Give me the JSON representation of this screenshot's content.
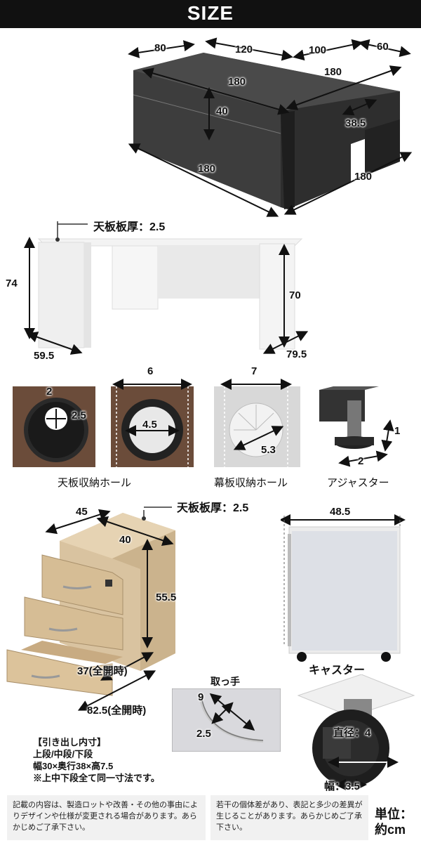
{
  "title": "SIZE",
  "l_desk": {
    "dims_top": [
      "80",
      "120",
      "100",
      "60"
    ],
    "dims_inner": [
      "180",
      "180"
    ],
    "height": "40",
    "depth_gap": "38.5",
    "outer_left": "180",
    "outer_right": "180"
  },
  "side_view": {
    "top_thickness": "天板板厚：2.5",
    "height_total": "74",
    "height_inner": "70",
    "depth_left": "59.5",
    "depth_right": "79.5"
  },
  "holes": {
    "top_hole_dims": [
      "2",
      "2.5"
    ],
    "top_hole_outer": "6",
    "top_hole_inner": "4.5",
    "top_caption": "天板収納ホール",
    "modesty_outer": "7",
    "modesty_inner": "5.3",
    "modesty_caption": "幕板収納ホール",
    "adjuster_height": "1",
    "adjuster_width": "2",
    "adjuster_caption": "アジャスター"
  },
  "cabinet": {
    "top_thickness": "天板板厚：2.5",
    "width": "45",
    "depth": "40",
    "height": "55.5",
    "drawer_open": "37(全開時)",
    "total_open": "82.5(全開時)",
    "side_width": "48.5",
    "caster_label": "キャスター",
    "caster_diameter": "直径：4",
    "caster_width": "幅：3.5",
    "handle_label": "取っ手",
    "handle_dims": [
      "9",
      "2.5"
    ]
  },
  "drawer_spec": {
    "heading": "【引き出し内寸】",
    "line1": "上段/中段/下段",
    "line2": "幅30×奥行38×高7.5",
    "line3": "※上中下段全て同一寸法です。"
  },
  "notes": {
    "left": "記載の内容は、製造ロットや改善・その他の事由によりデザインや仕様が変更される場合があります。あらかじめご了承下さい。",
    "right": "若干の個体差があり、表記と多少の差異が生じることがあります。あらかじめご了承下さい。"
  },
  "unit": {
    "line1": "単位：",
    "line2": "約cm"
  }
}
